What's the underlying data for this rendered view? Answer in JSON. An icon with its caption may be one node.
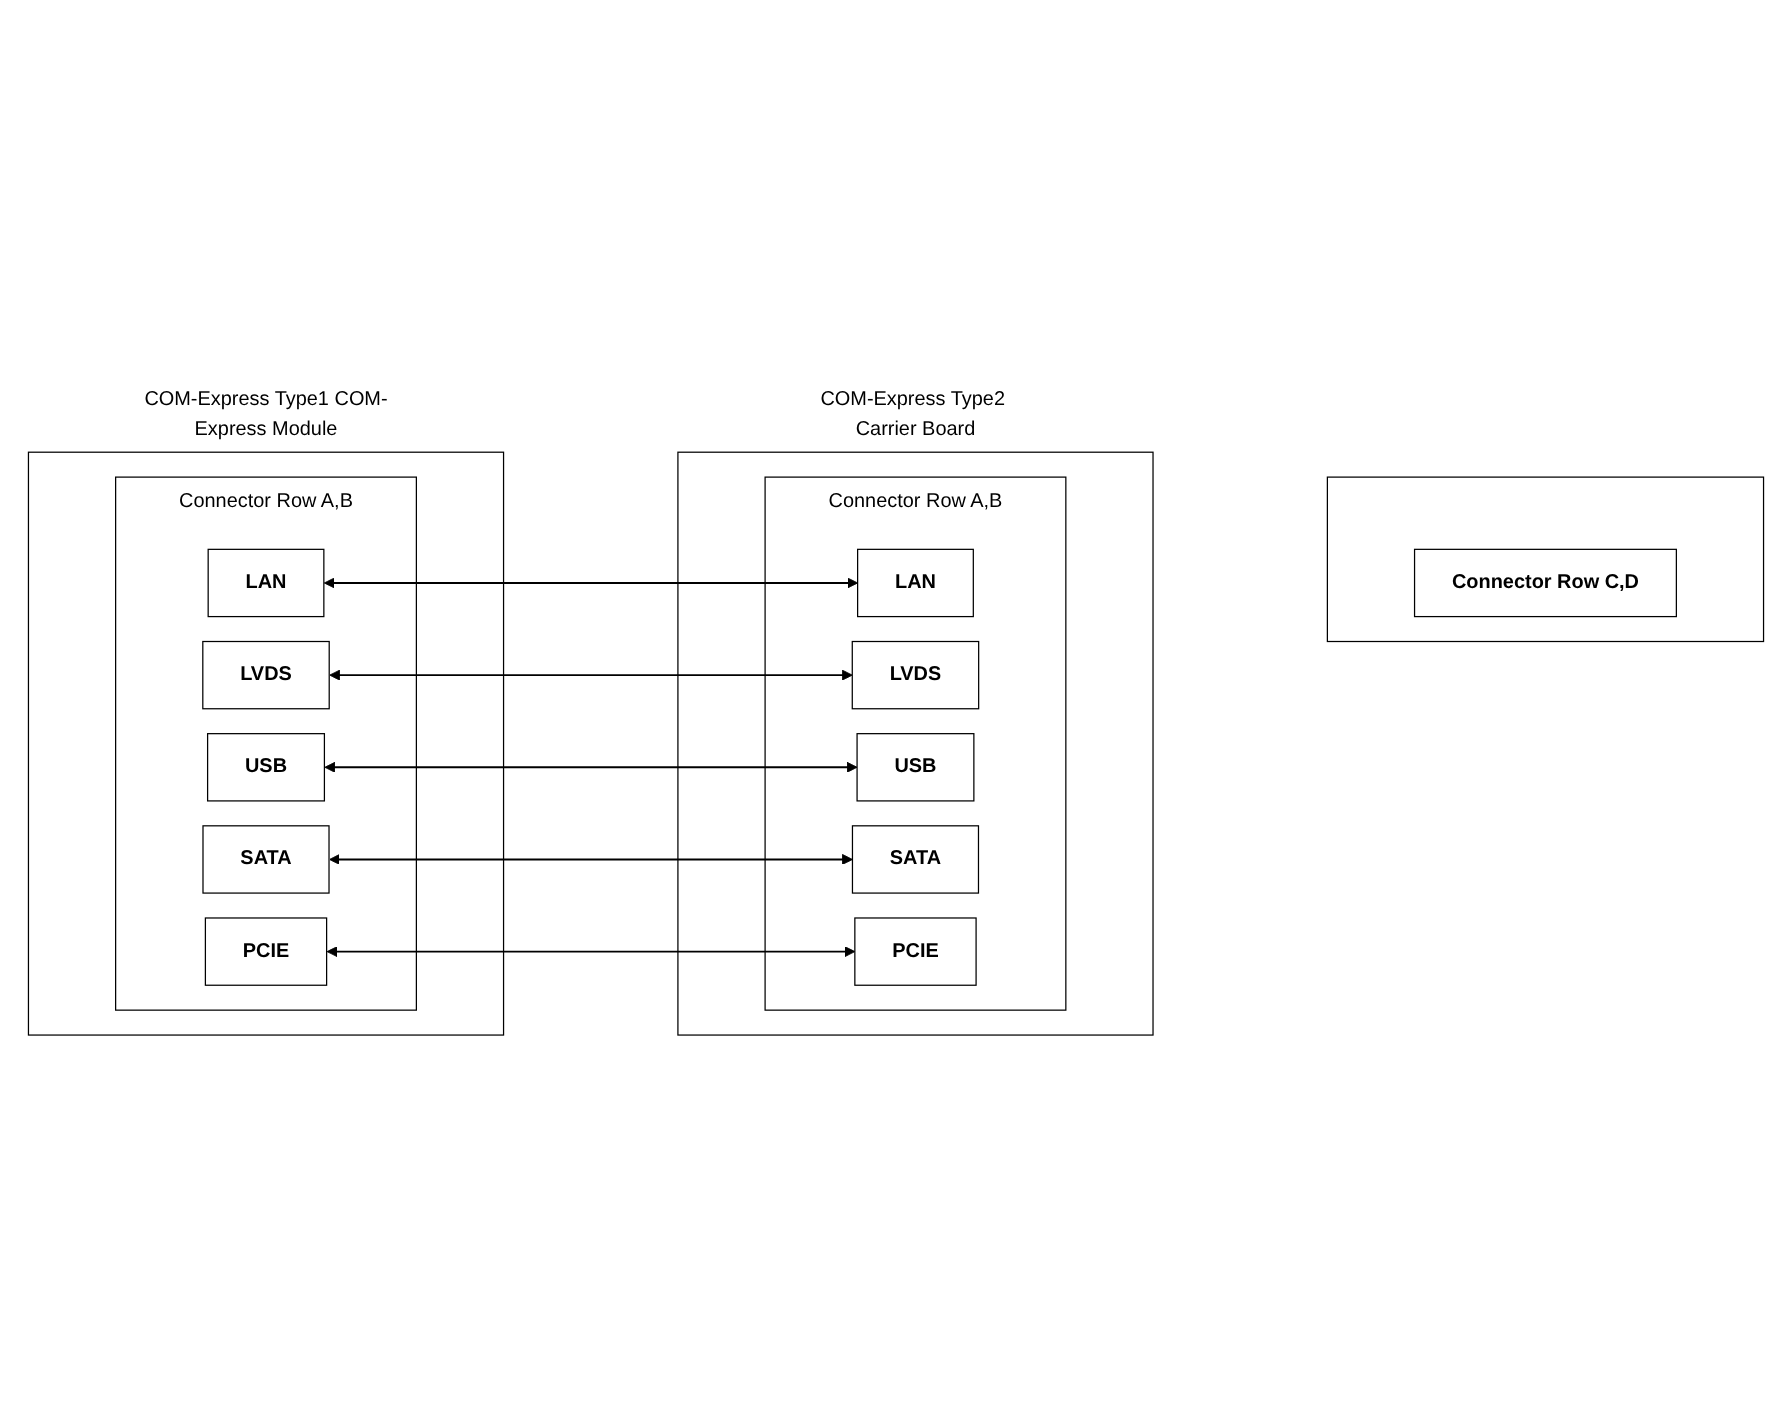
{
  "diagram": {
    "nodes": [
      {
        "text": [
          "COM-Express Type1 COM-Express Module"
        ]
      },
      {
        "text": [
          "Connector Row A,B"
        ],
        "in": 0
      },
      {
        "text": [
          "LAN"
        ],
        "in": 1
      },
      {
        "text": [
          "LVDS"
        ],
        "in": 1
      },
      {
        "text": [
          "USB"
        ],
        "in": 1
      },
      {
        "text": [
          "SATA"
        ],
        "in": 1
      },
      {
        "text": [
          "PCIE"
        ],
        "in": 1
      },
      {
        "text": [
          "COM-Express Type2 Carrier Board"
        ]
      },
      {
        "text": [
          "Connector Row A,B"
        ],
        "in": 7
      },
      {
        "text": [
          "LAN"
        ],
        "in": 8
      },
      {
        "text": [
          "LVDS"
        ],
        "in": 8
      },
      {
        "text": [
          "USB"
        ],
        "in": 8
      },
      {
        "text": [
          "SATA"
        ],
        "in": 8
      },
      {
        "text": [
          "PCIE"
        ],
        "in": 8
      },
      {
        "text": [],
        "shape": "box"
      },
      {
        "text": [
          "Connector Row C,D"
        ],
        "in": 14
      }
    ],
    "edges": [
      {
        "from": 2,
        "to": 9,
        "arrow": "both"
      },
      {
        "from": 3,
        "to": 10,
        "arrow": "both"
      },
      {
        "from": 4,
        "to": 11,
        "arrow": "both"
      },
      {
        "from": 5,
        "to": 12,
        "arrow": "both"
      },
      {
        "from": 6,
        "to": 13,
        "arrow": "both"
      }
    ]
  }
}
